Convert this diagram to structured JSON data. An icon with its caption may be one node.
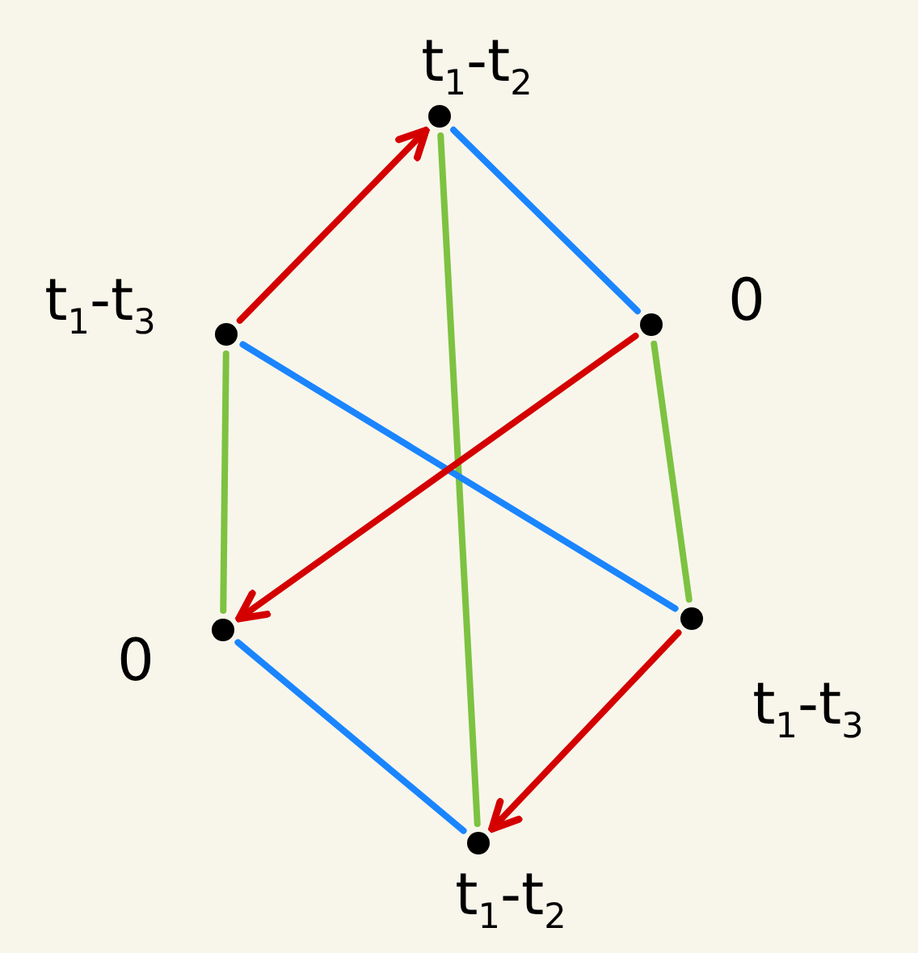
{
  "diagram": {
    "nodes": [
      {
        "text": [],
        "shape": "circle",
        "beside": [
          "t$_{1}$-t$_{2}$"
        ]
      },
      {
        "text": [],
        "shape": "circle",
        "beside": [
          "t$_{1}$-t$_{3}$"
        ]
      },
      {
        "text": [],
        "shape": "circle",
        "beside": [
          "0"
        ]
      },
      {
        "text": [],
        "shape": "circle",
        "beside": [
          "0"
        ]
      },
      {
        "text": [],
        "shape": "circle",
        "beside": [
          "t$_{1}$-t$_{3}$"
        ]
      },
      {
        "text": [],
        "shape": "circle",
        "beside": [
          "t$_{1}$-t$_{2}$"
        ]
      }
    ],
    "edges": [
      {
        "from": 1,
        "to": 0,
        "arrow": "to",
        "color": "#d40000"
      },
      {
        "from": 0,
        "to": 2,
        "arrow": "none",
        "color": "#1a85ff"
      },
      {
        "from": 0,
        "to": 5,
        "arrow": "none",
        "color": "#7dc241"
      },
      {
        "from": 1,
        "to": 3,
        "arrow": "none",
        "color": "#7dc241"
      },
      {
        "from": 1,
        "to": 4,
        "arrow": "none",
        "color": "#1a85ff"
      },
      {
        "from": 2,
        "to": 3,
        "arrow": "to",
        "color": "#d40000"
      },
      {
        "from": 2,
        "to": 4,
        "arrow": "none",
        "color": "#7dc241"
      },
      {
        "from": 3,
        "to": 5,
        "arrow": "none",
        "color": "#1a85ff"
      },
      {
        "from": 4,
        "to": 5,
        "arrow": "to",
        "color": "#d40000"
      }
    ]
  }
}
